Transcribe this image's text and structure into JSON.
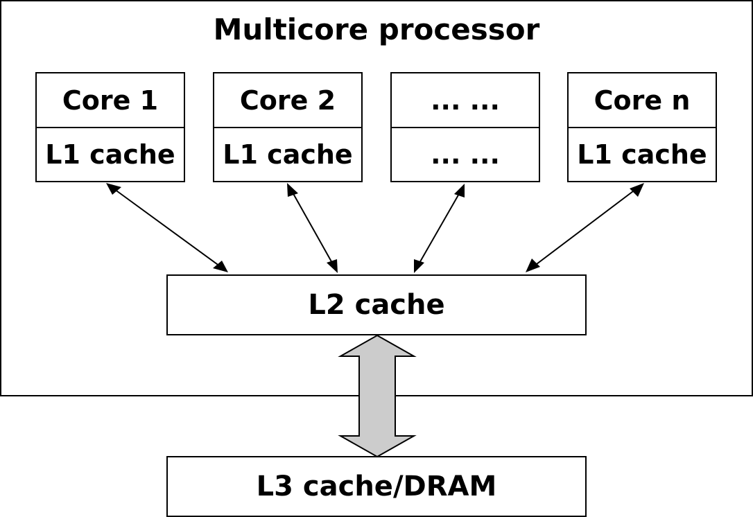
{
  "processor": {
    "title": "Multicore processor"
  },
  "cores": [
    {
      "core_label": "Core 1",
      "cache_label": "L1 cache"
    },
    {
      "core_label": "Core 2",
      "cache_label": "L1 cache"
    },
    {
      "core_label": "... ...",
      "cache_label": "... ..."
    },
    {
      "core_label": "Core n",
      "cache_label": "L1 cache"
    }
  ],
  "l2": {
    "label": "L2 cache"
  },
  "l3": {
    "label": "L3 cache/DRAM"
  },
  "colors": {
    "line": "#000000",
    "bus_fill": "#cccccc",
    "background": "#ffffff"
  }
}
